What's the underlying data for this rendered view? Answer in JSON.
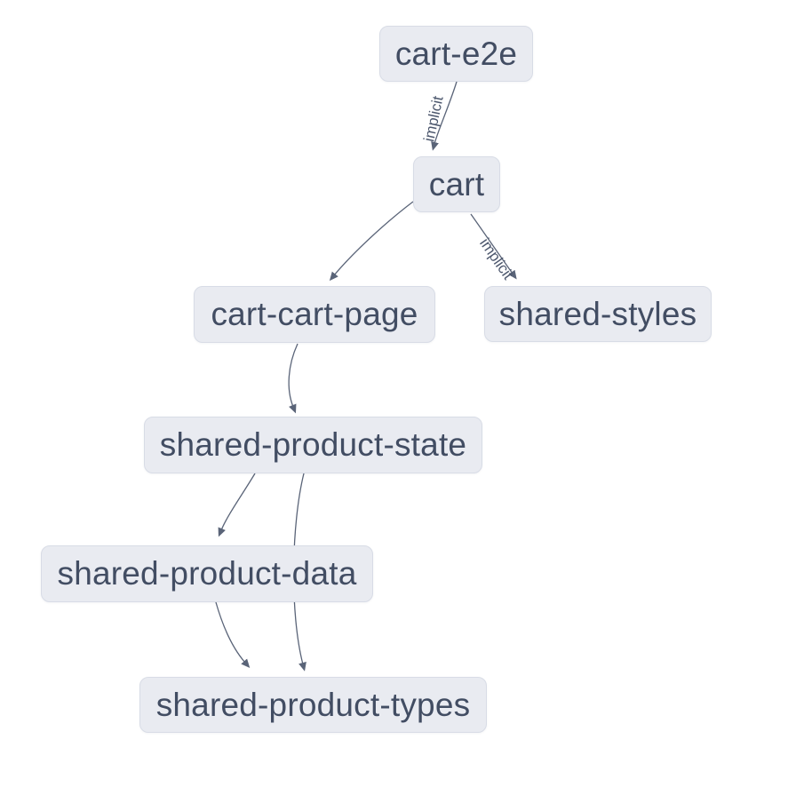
{
  "graph": {
    "nodes": [
      {
        "id": "cart-e2e",
        "label": "cart-e2e"
      },
      {
        "id": "cart",
        "label": "cart"
      },
      {
        "id": "cart-cart-page",
        "label": "cart-cart-page"
      },
      {
        "id": "shared-styles",
        "label": "shared-styles"
      },
      {
        "id": "shared-product-state",
        "label": "shared-product-state"
      },
      {
        "id": "shared-product-data",
        "label": "shared-product-data"
      },
      {
        "id": "shared-product-types",
        "label": "shared-product-types"
      }
    ],
    "edges": [
      {
        "source": "cart-e2e",
        "target": "cart",
        "label": "implicit"
      },
      {
        "source": "cart",
        "target": "cart-cart-page",
        "label": ""
      },
      {
        "source": "cart",
        "target": "shared-styles",
        "label": "implicit"
      },
      {
        "source": "cart-cart-page",
        "target": "shared-product-state",
        "label": ""
      },
      {
        "source": "shared-product-state",
        "target": "shared-product-data",
        "label": ""
      },
      {
        "source": "shared-product-state",
        "target": "shared-product-types",
        "label": ""
      },
      {
        "source": "shared-product-data",
        "target": "shared-product-types",
        "label": ""
      }
    ],
    "colors": {
      "background": "#ffffff",
      "node_fill": "#e9ebf1",
      "node_border": "#d8dce6",
      "node_text": "#424d63",
      "edge_stroke": "#5a6478",
      "edge_label_text": "#4d586e"
    }
  }
}
